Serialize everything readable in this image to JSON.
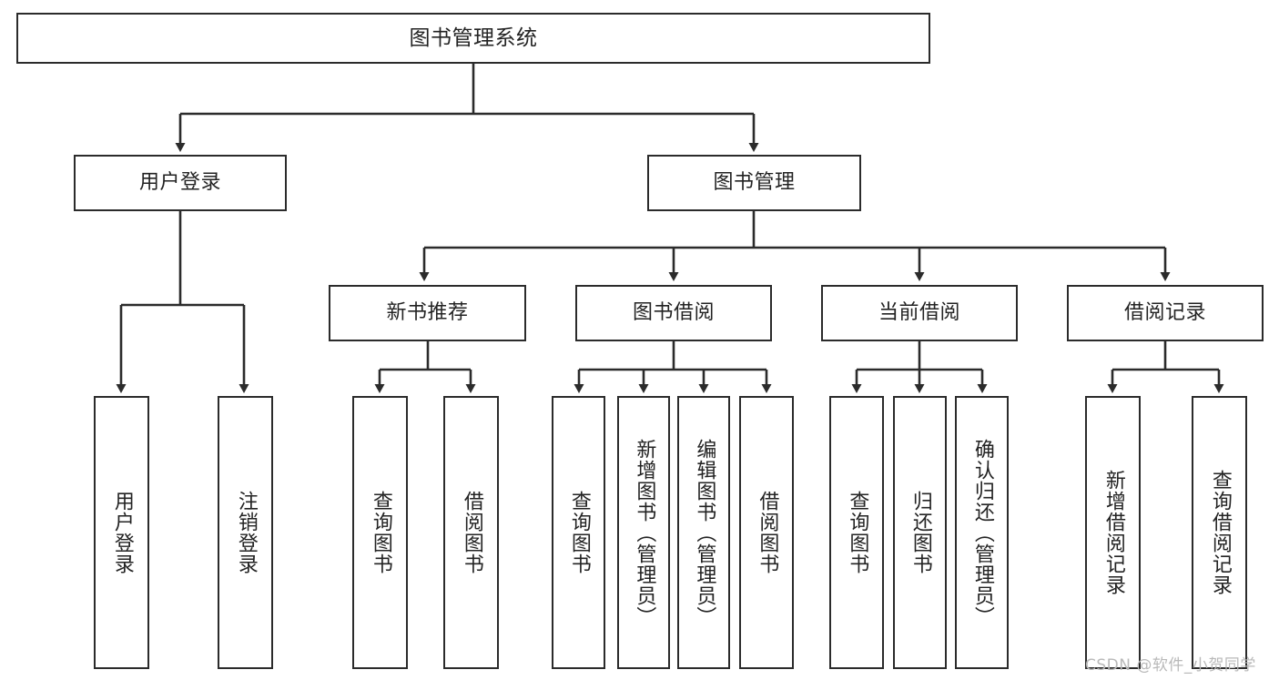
{
  "diagram": {
    "type": "tree-hierarchy",
    "title": "图书管理系统",
    "orientation": "top-down",
    "colors": {
      "box_border": "#2b2b2b",
      "box_fill": "#ffffff",
      "connector": "#2b2b2b",
      "text": "#232323",
      "watermark": "#b9b9b9"
    },
    "levels": [
      {
        "level": 1,
        "nodes": [
          {
            "id": "root",
            "label": "图书管理系统",
            "orientation": "horizontal"
          }
        ]
      },
      {
        "level": 2,
        "nodes": [
          {
            "id": "user-login",
            "label": "用户登录",
            "orientation": "horizontal",
            "parent": "root"
          },
          {
            "id": "book-manage",
            "label": "图书管理",
            "orientation": "horizontal",
            "parent": "root"
          }
        ]
      },
      {
        "level": 3,
        "nodes": [
          {
            "id": "new-book-recommend",
            "label": "新书推荐",
            "orientation": "horizontal",
            "parent": "book-manage"
          },
          {
            "id": "book-borrow",
            "label": "图书借阅",
            "orientation": "horizontal",
            "parent": "book-manage"
          },
          {
            "id": "current-borrow",
            "label": "当前借阅",
            "orientation": "horizontal",
            "parent": "book-manage"
          },
          {
            "id": "borrow-record",
            "label": "借阅记录",
            "orientation": "horizontal",
            "parent": "book-manage"
          }
        ]
      },
      {
        "level": 4,
        "nodes": [
          {
            "id": "leaf-user-login",
            "label": "用户登录",
            "orientation": "vertical",
            "parent": "user-login"
          },
          {
            "id": "leaf-logout-login",
            "label": "注销登录",
            "orientation": "vertical",
            "parent": "user-login"
          },
          {
            "id": "leaf-query-book-1",
            "label": "查询图书",
            "orientation": "vertical",
            "parent": "new-book-recommend"
          },
          {
            "id": "leaf-borrow-book-1",
            "label": "借阅图书",
            "orientation": "vertical",
            "parent": "new-book-recommend"
          },
          {
            "id": "leaf-query-book-2",
            "label": "查询图书",
            "orientation": "vertical",
            "parent": "book-borrow"
          },
          {
            "id": "leaf-add-book",
            "label": "新增图书（管理员）",
            "orientation": "vertical",
            "parent": "book-borrow"
          },
          {
            "id": "leaf-edit-book",
            "label": "编辑图书（管理员）",
            "orientation": "vertical",
            "parent": "book-borrow"
          },
          {
            "id": "leaf-borrow-book-2",
            "label": "借阅图书",
            "orientation": "vertical",
            "parent": "book-borrow"
          },
          {
            "id": "leaf-query-book-3",
            "label": "查询图书",
            "orientation": "vertical",
            "parent": "current-borrow"
          },
          {
            "id": "leaf-return-book",
            "label": "归还图书",
            "orientation": "vertical",
            "parent": "current-borrow"
          },
          {
            "id": "leaf-confirm-return",
            "label": "确认归还（管理员）",
            "orientation": "vertical",
            "parent": "current-borrow"
          },
          {
            "id": "leaf-add-record",
            "label": "新增借阅记录",
            "orientation": "vertical",
            "parent": "borrow-record"
          },
          {
            "id": "leaf-query-record",
            "label": "查询借阅记录",
            "orientation": "vertical",
            "parent": "borrow-record"
          }
        ]
      }
    ]
  },
  "watermark": {
    "text": "CSDN @软件_小贺同学"
  }
}
